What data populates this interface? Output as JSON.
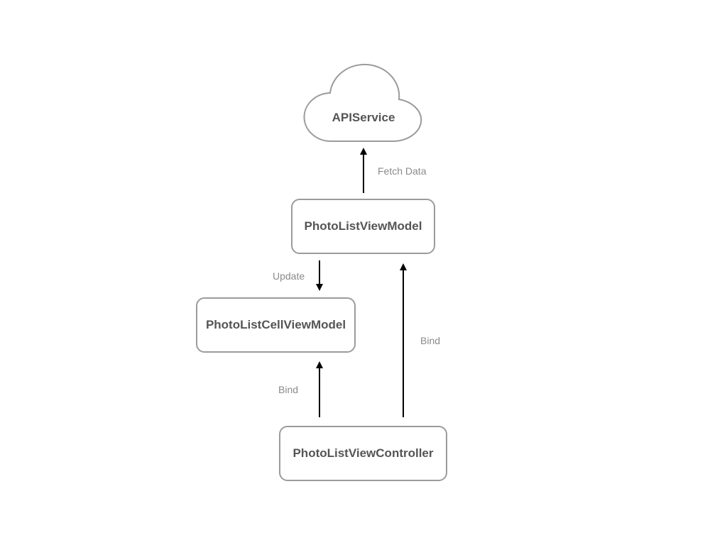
{
  "diagram": {
    "nodes": {
      "api_service": "APIService",
      "photo_list_view_model": "PhotoListViewModel",
      "photo_list_cell_view_model": "PhotoListCellViewModel",
      "photo_list_view_controller": "PhotoListViewController"
    },
    "edges": [
      {
        "from": "PhotoListViewModel",
        "to": "APIService",
        "label": "Fetch Data"
      },
      {
        "from": "PhotoListViewModel",
        "to": "PhotoListCellViewModel",
        "label": "Update"
      },
      {
        "from": "PhotoListViewController",
        "to": "PhotoListCellViewModel",
        "label": "Bind"
      },
      {
        "from": "PhotoListViewController",
        "to": "PhotoListViewModel",
        "label": "Bind"
      }
    ],
    "colors": {
      "node_border": "#9b9b9b",
      "node_text": "#555555",
      "edge_line": "#000000",
      "edge_label": "#8a8a8a"
    }
  }
}
